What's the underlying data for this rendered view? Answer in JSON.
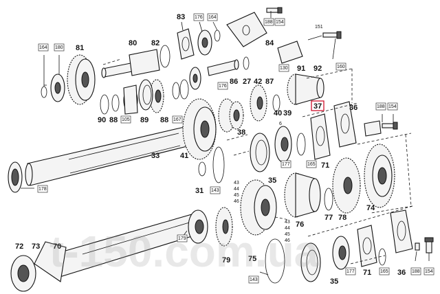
{
  "labels": {
    "l81": "81",
    "l80": "80",
    "l82": "82",
    "l83": "83",
    "l176a": "176",
    "l164a": "164",
    "l188a": "188",
    "l154a": "154",
    "l84": "84",
    "l86": "86",
    "l27": "27",
    "l42": "42",
    "l87": "87",
    "l130": "130",
    "l91": "91",
    "l92": "92",
    "l151": "151",
    "l160": "160",
    "l164b": "164",
    "l180": "180",
    "l90": "90",
    "l88a": "88",
    "l105": "105",
    "l89": "89",
    "l88b": "88",
    "l167": "167",
    "l176b": "176",
    "l40": "40",
    "l39": "39",
    "l37": "37",
    "l36a": "36",
    "l188b": "188",
    "l154b": "154",
    "l6": "6",
    "l38": "38",
    "l41": "41",
    "l33": "33",
    "l177a": "177",
    "l165a": "165",
    "l71a": "71",
    "l178": "178",
    "l31": "31",
    "l143a": "143",
    "l43a": "43",
    "l44a": "44",
    "l45a": "45",
    "l46a": "46",
    "l35a": "35",
    "l74": "74",
    "l77": "77",
    "l76": "76",
    "l78": "78",
    "l43b": "43",
    "l44b": "44",
    "l45b": "45",
    "l46b": "46",
    "l72": "72",
    "l73": "73",
    "l70": "70",
    "l179": "179",
    "l79": "79",
    "l75": "75",
    "l143b": "143",
    "l35b": "35",
    "l177b": "177",
    "l71b": "71",
    "l165b": "165",
    "l36b": "36",
    "l188c": "188",
    "l154c": "154"
  },
  "watermark": "t-150.com.ua",
  "colors": {
    "highlight": "#d0102b",
    "ink": "#111111"
  }
}
